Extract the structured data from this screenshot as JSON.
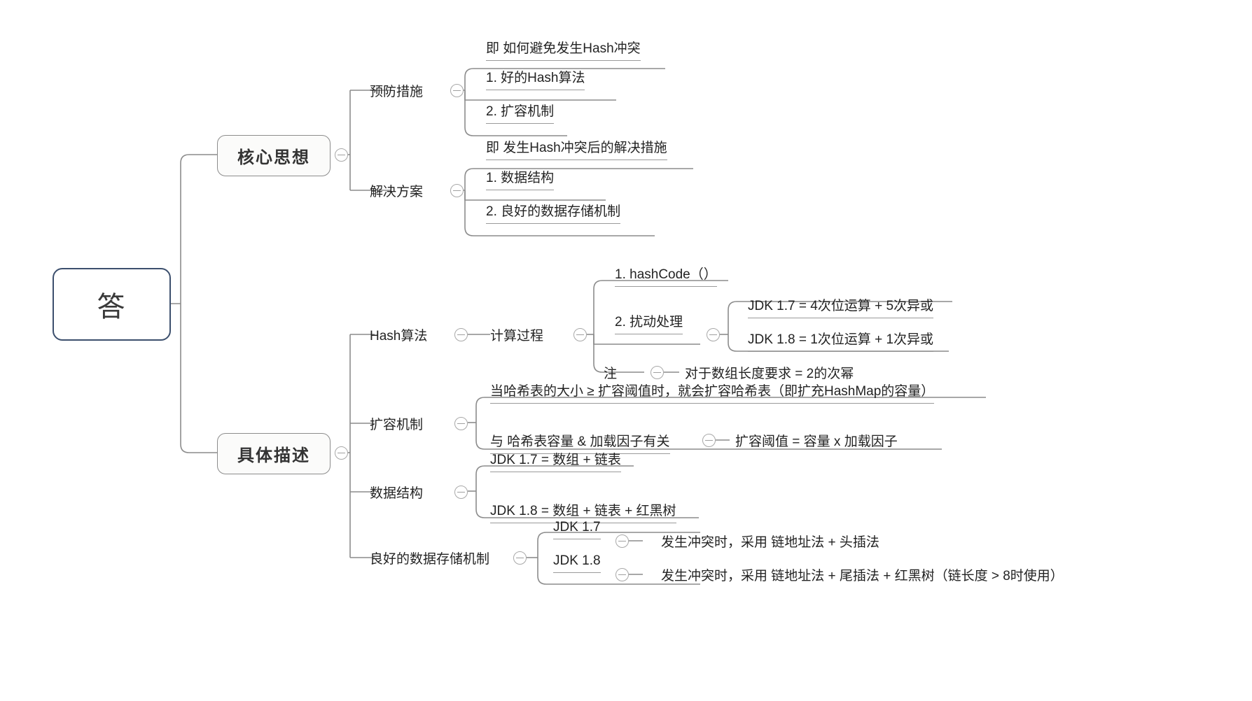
{
  "diagram": {
    "type": "mindmap",
    "title": "HashMap 核心思想与具体描述",
    "colors": {
      "root_border": "#3c4f6d",
      "node_border": "#8c8c8c",
      "wire": "#8c8c8c",
      "underline": "#9a9a9a",
      "text": "#232323",
      "background": "#ffffff"
    },
    "root": {
      "label": "答"
    },
    "branches": [
      {
        "label": "核心思想"
      },
      {
        "label": "具体描述"
      }
    ],
    "nodes": {
      "prevention": {
        "label": "预防措施"
      },
      "prevention_note": {
        "label": "即 如何避免发生Hash冲突"
      },
      "prevention_1": {
        "label": "1. 好的Hash算法"
      },
      "prevention_2": {
        "label": "2. 扩容机制"
      },
      "solution": {
        "label": "解决方案"
      },
      "solution_note": {
        "label": "即 发生Hash冲突后的解决措施"
      },
      "solution_1": {
        "label": "1. 数据结构"
      },
      "solution_2": {
        "label": "2. 良好的数据存储机制"
      },
      "hash_algo": {
        "label": "Hash算法"
      },
      "calc_process": {
        "label": "计算过程"
      },
      "calc_1": {
        "label": "1. hashCode（）"
      },
      "calc_2": {
        "label": "2. 扰动处理"
      },
      "calc_2_jdk17": {
        "label": "JDK 1.7 = 4次位运算 + 5次异或"
      },
      "calc_2_jdk18": {
        "label": "JDK 1.8 = 1次位运算 + 1次异或"
      },
      "note": {
        "label": "注"
      },
      "note_detail": {
        "label": "对于数组长度要求 = 2的次幂"
      },
      "resize": {
        "label": "扩容机制"
      },
      "resize_1": {
        "label": "当哈希表的大小 ≥ 扩容阈值时，就会扩容哈希表（即扩充HashMap的容量）"
      },
      "resize_2": {
        "label": "与 哈希表容量 & 加载因子有关"
      },
      "resize_2_detail": {
        "label": "扩容阈值 = 容量 x 加载因子"
      },
      "data_struct": {
        "label": "数据结构"
      },
      "data_struct_17": {
        "label": "JDK 1.7 = 数组 + 链表"
      },
      "data_struct_18": {
        "label": "JDK 1.8 =  数组 + 链表 + 红黑树"
      },
      "storage": {
        "label": "良好的数据存储机制"
      },
      "storage_17": {
        "label": "JDK 1.7"
      },
      "storage_17_detail": {
        "label": "发生冲突时，采用 链地址法 + 头插法"
      },
      "storage_18": {
        "label": "JDK 1.8"
      },
      "storage_18_detail": {
        "label": "发生冲突时，采用 链地址法 + 尾插法 + 红黑树（链长度 > 8时使用）"
      }
    }
  }
}
